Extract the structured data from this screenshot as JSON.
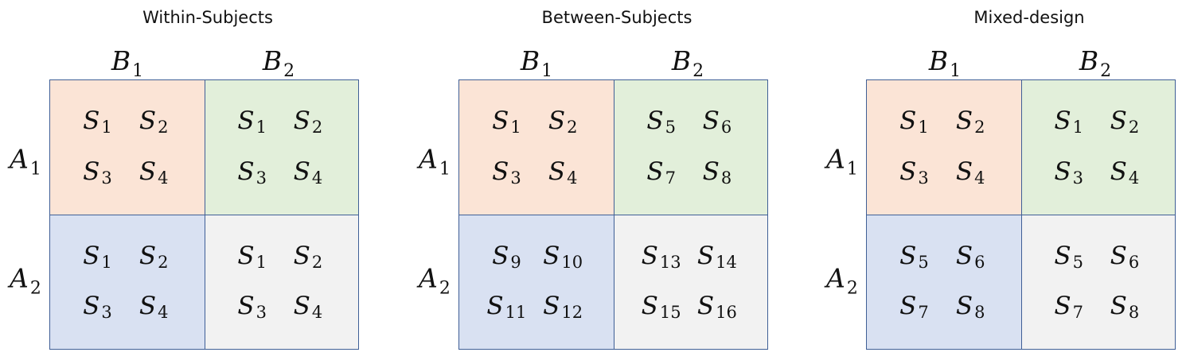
{
  "colors": {
    "a1b1": "#fbe4d6",
    "a1b2": "#e2efda",
    "a2b1": "#d9e1f2",
    "a2b2": "#f2f2f2",
    "border": "#3f5f96"
  },
  "panels": [
    {
      "title": "Within-Subjects",
      "columns": [
        {
          "base": "B",
          "sub": "1"
        },
        {
          "base": "B",
          "sub": "2"
        }
      ],
      "rows": [
        {
          "base": "A",
          "sub": "1"
        },
        {
          "base": "A",
          "sub": "2"
        }
      ],
      "cells": [
        [
          [
            "1",
            "2",
            "3",
            "4"
          ],
          [
            "1",
            "2",
            "3",
            "4"
          ]
        ],
        [
          [
            "1",
            "2",
            "3",
            "4"
          ],
          [
            "1",
            "2",
            "3",
            "4"
          ]
        ]
      ]
    },
    {
      "title": "Between-Subjects",
      "columns": [
        {
          "base": "B",
          "sub": "1"
        },
        {
          "base": "B",
          "sub": "2"
        }
      ],
      "rows": [
        {
          "base": "A",
          "sub": "1"
        },
        {
          "base": "A",
          "sub": "2"
        }
      ],
      "cells": [
        [
          [
            "1",
            "2",
            "3",
            "4"
          ],
          [
            "5",
            "6",
            "7",
            "8"
          ]
        ],
        [
          [
            "9",
            "10",
            "11",
            "12"
          ],
          [
            "13",
            "14",
            "15",
            "16"
          ]
        ]
      ]
    },
    {
      "title": "Mixed-design",
      "columns": [
        {
          "base": "B",
          "sub": "1"
        },
        {
          "base": "B",
          "sub": "2"
        }
      ],
      "rows": [
        {
          "base": "A",
          "sub": "1"
        },
        {
          "base": "A",
          "sub": "2"
        }
      ],
      "cells": [
        [
          [
            "1",
            "2",
            "3",
            "4"
          ],
          [
            "1",
            "2",
            "3",
            "4"
          ]
        ],
        [
          [
            "5",
            "6",
            "7",
            "8"
          ],
          [
            "5",
            "6",
            "7",
            "8"
          ]
        ]
      ]
    }
  ]
}
